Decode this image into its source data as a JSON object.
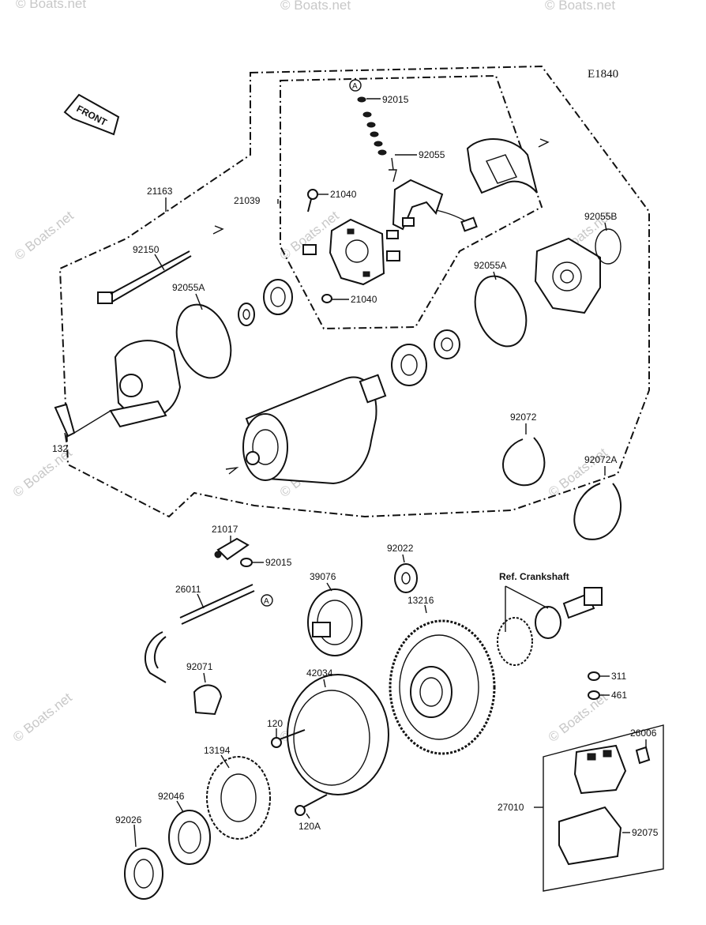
{
  "diagram": {
    "figure_code": "E1840",
    "front_label": "FRONT",
    "ref_note": "Ref. Crankshaft",
    "watermark": "© Boats.net",
    "callout_marker": "A"
  },
  "labels": {
    "p21163": "21163",
    "p21039": "21039",
    "p92015a": "92015",
    "p92055": "92055",
    "p21040a": "21040",
    "p21040b": "21040",
    "p92055b": "92055B",
    "p92150": "92150",
    "p92055a_left": "92055A",
    "p92055a_right": "92055A",
    "p132": "132",
    "p92072": "92072",
    "p92072a": "92072A",
    "p21017": "21017",
    "p92015b": "92015",
    "p92022": "92022",
    "p26011": "26011",
    "p39076": "39076",
    "p13216": "13216",
    "p92071": "92071",
    "p42034": "42034",
    "p311": "311",
    "p461": "461",
    "p120": "120",
    "p26006": "26006",
    "p13194": "13194",
    "p27010": "27010",
    "p92046": "92046",
    "p92026": "92026",
    "p120a": "120A",
    "p92075": "92075"
  }
}
